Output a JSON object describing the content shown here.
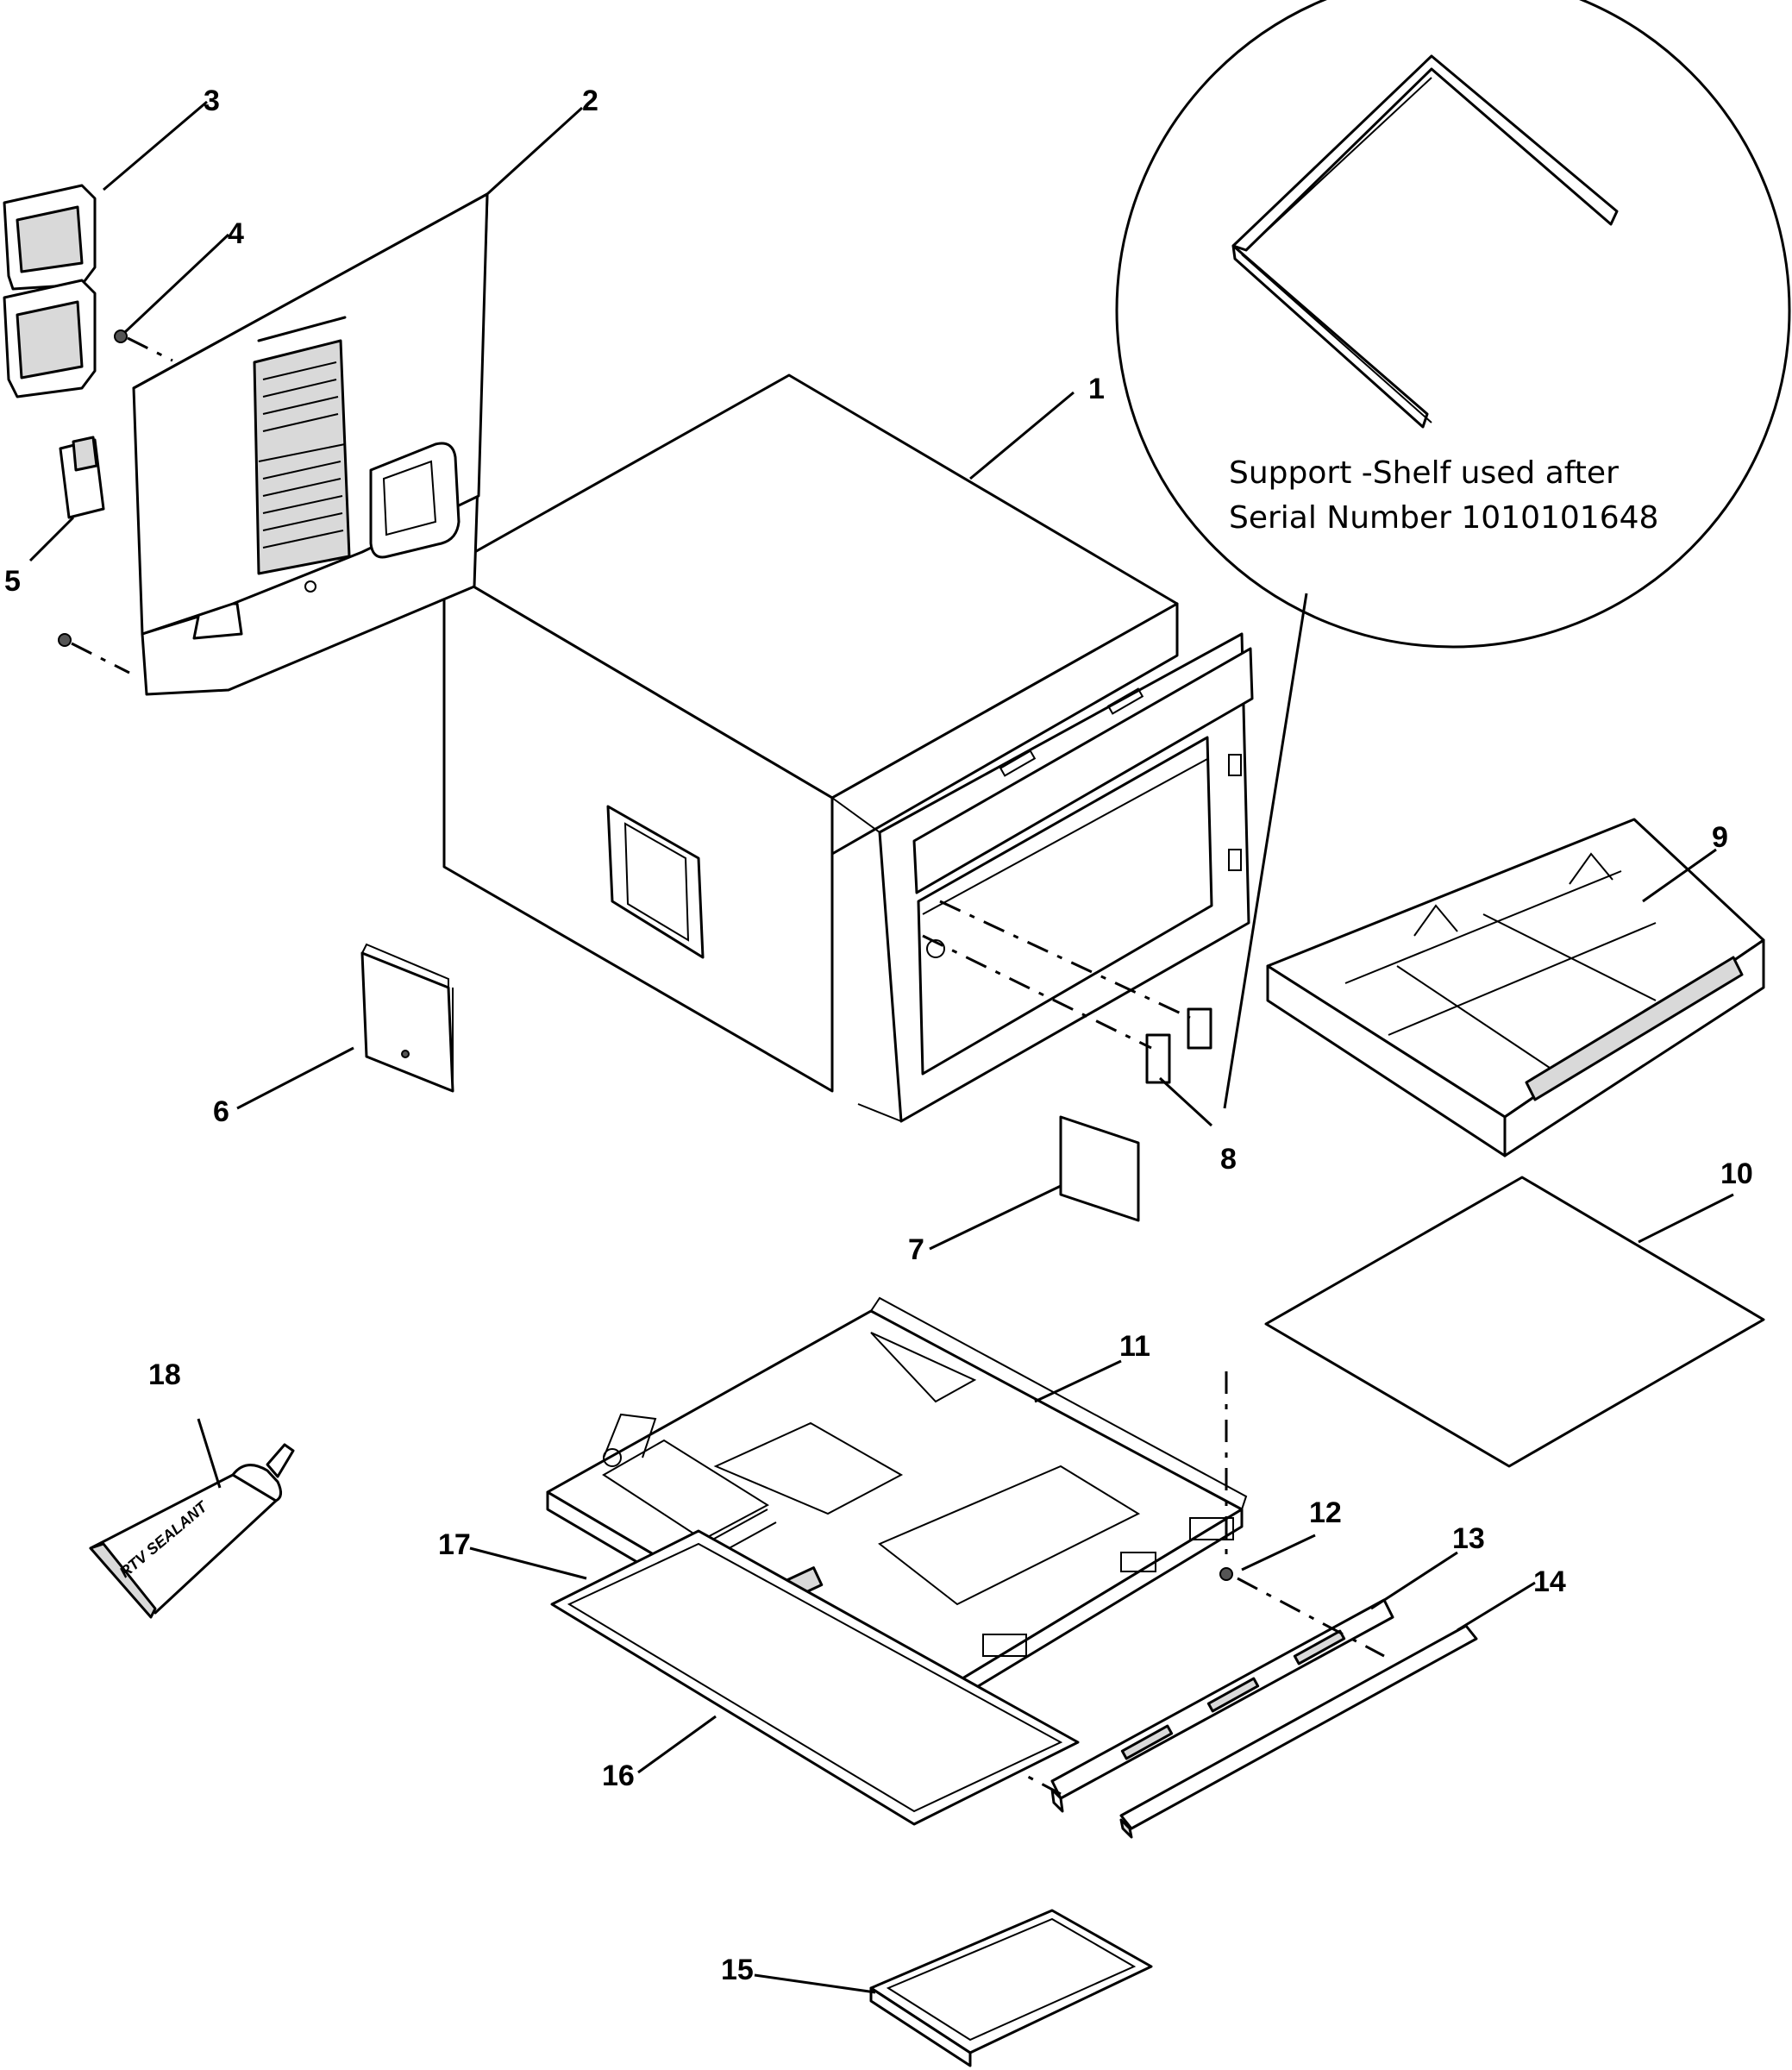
{
  "callouts": [
    "1",
    "2",
    "3",
    "4",
    "5",
    "6",
    "7",
    "8",
    "9",
    "10",
    "11",
    "12",
    "13",
    "14",
    "15",
    "16",
    "17",
    "18"
  ],
  "inset_note": {
    "line1": "Support -Shelf used after",
    "line2": "Serial Number 1010101648"
  },
  "sealant_tube_label": "RTV SEALANT"
}
